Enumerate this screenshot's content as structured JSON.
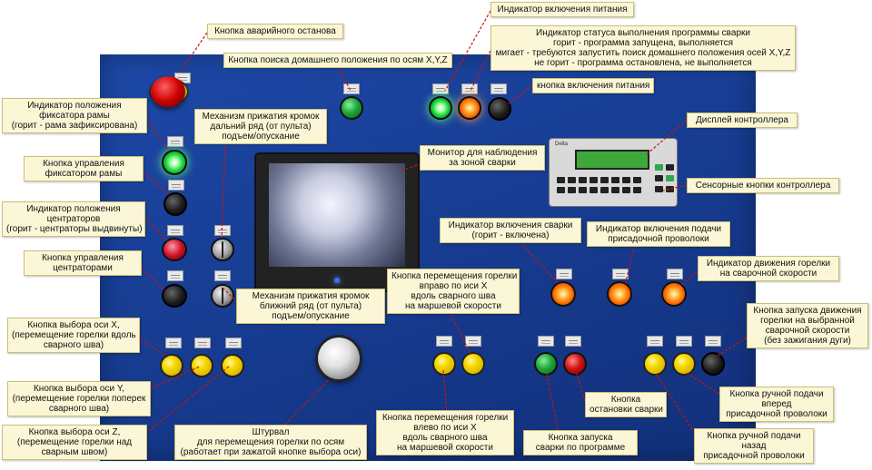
{
  "panel": {
    "accent_color": "#1a43a0"
  },
  "controller": {
    "brand": "Delta",
    "lcd_lines": [
      "",
      "",
      ""
    ]
  },
  "callouts": {
    "emergency_stop": "Кнопка аварийного останова",
    "power_indicator": "Индикатор включения питания",
    "program_status": [
      "Индикатор статуса выполнения программы сварки",
      "горит - программа запущена, выполняется",
      "мигает - требуются запустить поиск домашнего положения осей X,Y,Z",
      "не горит - программа остановлена, не выполняется"
    ],
    "home_search": "Кнопка поиска домашнего положения по осям X,Y,Z",
    "power_button": "кнопка включения питания",
    "frame_lock_indicator": [
      "Индикатор положения",
      "фиксатора рамы",
      "(горит - рама зафиксирована)"
    ],
    "far_clamp": [
      "Механизм прижатия кромок",
      "дальний ряд (от пульта)",
      "подъем/опускание"
    ],
    "controller_display": "Дисплей контроллера",
    "frame_lock_button": [
      "Кнопка управления",
      "фиксатором рамы"
    ],
    "monitor": [
      "Монитор для наблюдения",
      "за зоной сварки"
    ],
    "touch_keys": "Сенсорные кнопки контроллера",
    "centrator_indicator": [
      "Индикатор положения",
      "центраторов",
      "(горит - центраторы выдвинуты)"
    ],
    "weld_indicator": [
      "Индикатор включения сварки",
      "(горит - включена)"
    ],
    "wire_feed_indicator": [
      "Индикатор включения подачи",
      "присадочной проволоки"
    ],
    "centrator_button": [
      "Кнопка управления",
      "центраторами"
    ],
    "torch_speed_indicator": [
      "Индикатор движения горелки",
      "на сварочной скорости"
    ],
    "move_right": [
      "Кнопка перемещения горелки",
      "вправо по иси X",
      "вдоль сварного шва",
      "на маршевой скорости"
    ],
    "near_clamp": [
      "Механизм прижатия кромок",
      "ближний ряд (от пульта)",
      "подъем/опускание"
    ],
    "start_torch": [
      "Кнопка запуска движения",
      "горелки на выбранной",
      "сварочной скорости",
      "(без зажигания дуги)"
    ],
    "axis_x": [
      "Кнопка выбора оси X,",
      "(перемещение горелки вдоль",
      "сварного шва)"
    ],
    "axis_y": [
      "Кнопка выбора оси Y,",
      "(перемещение горелки поперек",
      "сварного шва)"
    ],
    "stop_weld": [
      "Кнопка",
      "остановки сварки"
    ],
    "wire_forward": [
      "Кнопка ручной подачи",
      "вперед",
      "присадочной проволоки"
    ],
    "axis_z": [
      "Кнопка выбора оси Z,",
      "(перемещение горелки над",
      "сварным швом)"
    ],
    "handwheel": [
      "Штурвал",
      "для перемещения горелки по осям",
      "(работает при зажатой кнопке выбора оси)"
    ],
    "move_left": [
      "Кнопка перемещения горелки",
      "влево по иси X",
      "вдоль сварного шва",
      "на маршевой скорости"
    ],
    "start_program": [
      "Кнопка запуска",
      "сварки по программе"
    ],
    "wire_back": [
      "Кнопка ручной подачи",
      "назад",
      "присадочной проволоки"
    ]
  }
}
